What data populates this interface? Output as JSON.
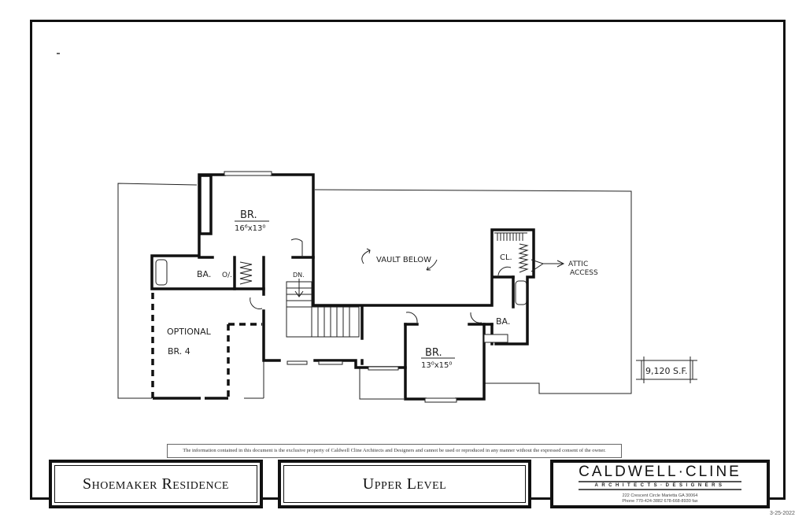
{
  "plan": {
    "rooms": [
      {
        "name": "BR.",
        "size": "16⁶x13⁰",
        "label": "Bedroom 1"
      },
      {
        "name": "BR.",
        "size": "13⁰x15⁰",
        "label": "Bedroom 2"
      },
      {
        "name": "OPTIONAL",
        "size": "BR. 4",
        "label": "Optional Bedroom 4"
      },
      {
        "name": "BA.",
        "label": "Bath (left)"
      },
      {
        "name": "BA.",
        "label": "Bath (right)"
      },
      {
        "name": "CL.",
        "label": "Closet"
      },
      {
        "name": "O/.",
        "label": "Linen closet"
      }
    ],
    "notes": {
      "stairs": "DN.",
      "vault": "VAULT BELOW",
      "attic_line1": "ATTIC",
      "attic_line2": "ACCESS",
      "area": "9,120 S.F."
    }
  },
  "disclaimer": "The information contained in this document is the exclusive property of Caldwell Cline Architects and Designers and cannot be used or reproduced in any manner without the expressed consent of the owner.",
  "title_block": {
    "project": "Shoemaker Residence",
    "level": "Upper Level",
    "firm": "CALDWELL·CLINE",
    "firm_sub": "ARCHITECTS·DESIGNERS",
    "address": "222 Crescent Circle Marietta GA 30064",
    "phone": "Phone 770-424-3882     678-668-8930 fax"
  },
  "date": "3-25-2022"
}
